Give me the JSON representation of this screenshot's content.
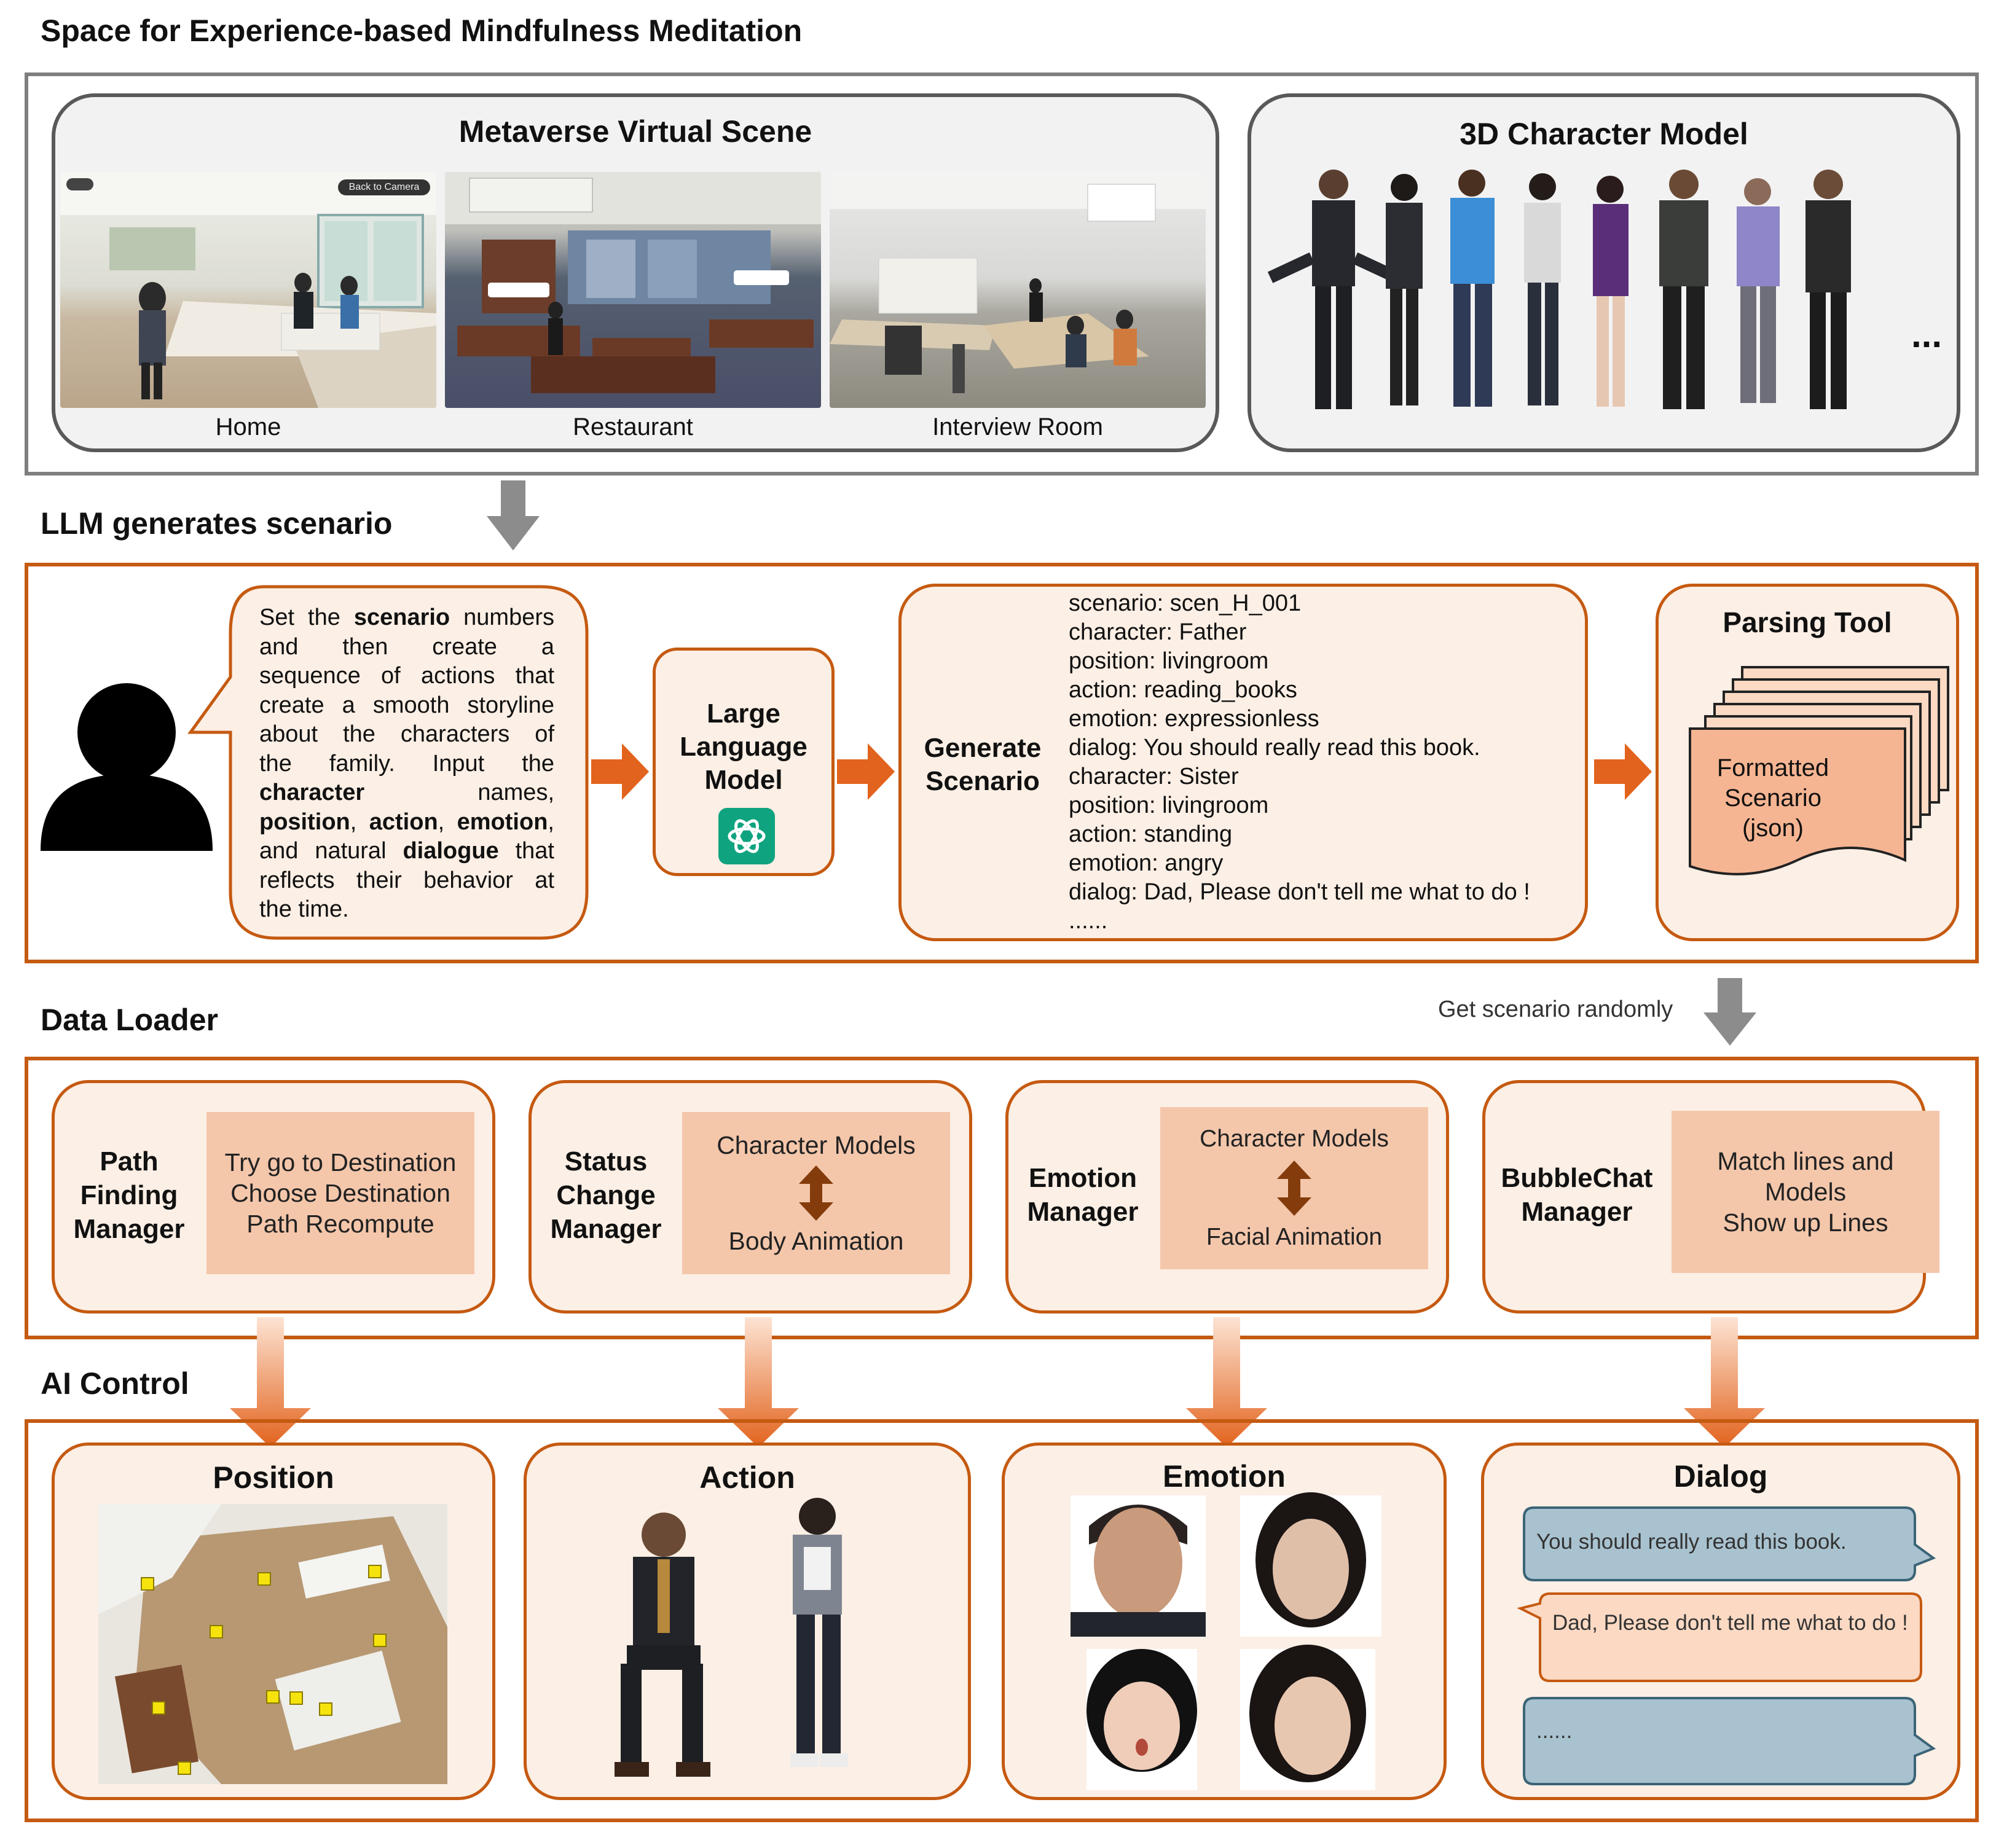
{
  "sections": {
    "space": "Space for Experience-based Mindfulness Meditation",
    "llm": "LLM generates scenario",
    "loader": "Data Loader",
    "control": "AI Control"
  },
  "metaverse": {
    "title": "Metaverse Virtual Scene",
    "scenes": [
      "Home",
      "Restaurant",
      "Interview Room"
    ],
    "home_button": "Back to Camera"
  },
  "characters": {
    "title": "3D Character Model",
    "more": "..."
  },
  "prompt": {
    "lines": [
      "Set the scenario numbers",
      "and then create a",
      "sequence of actions that",
      "create a smooth storyline",
      "about the characters of",
      "the family. Input the",
      "character names,",
      "position, action, emotion,",
      "and natural dialogue that",
      "reflects their behavior at",
      "the time."
    ]
  },
  "llm_box": {
    "label": "Large Language Model"
  },
  "generate": {
    "label": "Generate Scenario",
    "lines": [
      "scenario: scen_H_001",
      "character: Father",
      "position: livingroom",
      "action: reading_books",
      "emotion: expressionless",
      "dialog: You should really read this book.",
      "character: Sister",
      "position: livingroom",
      "action: standing",
      "emotion: angry",
      "dialog: Dad, Please don't tell me what to do !",
      "......"
    ]
  },
  "parsing": {
    "title": "Parsing Tool",
    "doc": "Formatted Scenario (json)"
  },
  "get_random": "Get scenario randomly",
  "managers": [
    {
      "name": "Path Finding Manager",
      "lines": [
        "Try go to Destination",
        "Choose Destination",
        "Path Recompute"
      ]
    },
    {
      "name": "Status Change Manager",
      "top": "Character Models",
      "bottom": "Body Animation"
    },
    {
      "name": "Emotion Manager",
      "top": "Character Models",
      "bottom": "Facial Animation"
    },
    {
      "name": "BubbleChat Manager",
      "lines": [
        "Match lines and Models",
        "Show up Lines"
      ]
    }
  ],
  "controls": {
    "position": "Position",
    "action": "Action",
    "emotion": "Emotion",
    "dialog": "Dialog"
  },
  "dialog_bubbles": [
    "You should really read this book.",
    "Dad, Please don't tell me what to do !",
    "......"
  ],
  "colors": {
    "orange_border": "#c55a11",
    "orange_fill": "#fcefe5",
    "inner_fill": "#f4c7ab",
    "arrow_orange": "#e2631d",
    "gray_arrow": "#8c8c8c",
    "bubble_blue": "#a9c2cf",
    "bubble_orange": "#fbd9c3"
  }
}
